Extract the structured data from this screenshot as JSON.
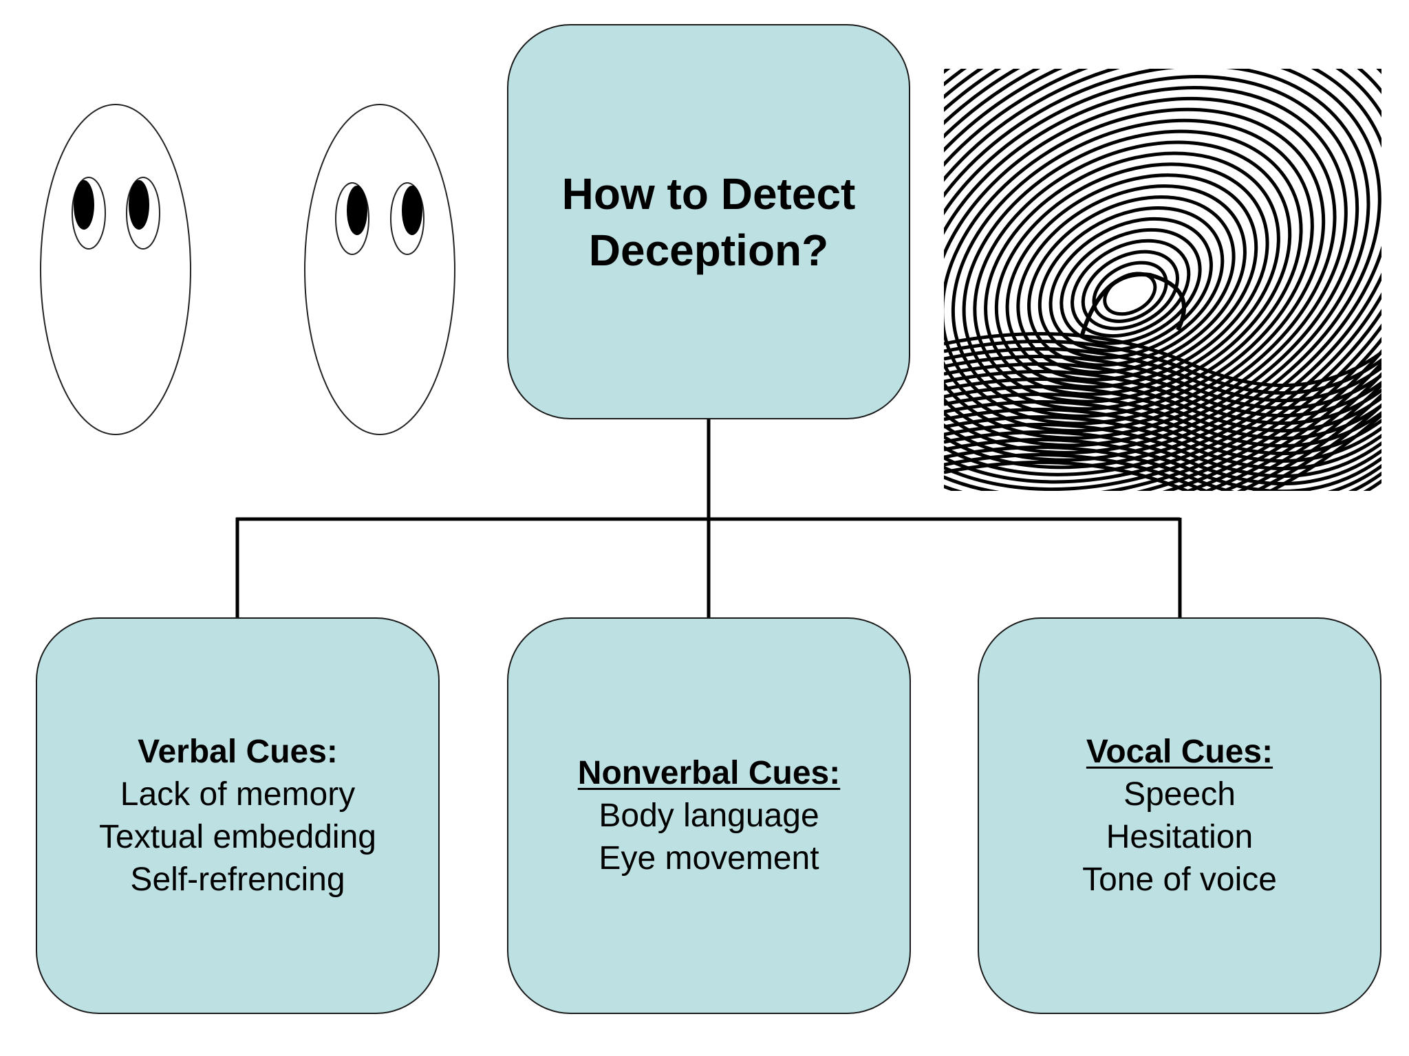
{
  "diagram": {
    "root": {
      "title": "How to Detect Deception?"
    },
    "children": [
      {
        "heading": "Verbal Cues:",
        "underlined": false,
        "items": [
          "Lack of memory",
          "Textual embedding",
          "Self-refrencing"
        ]
      },
      {
        "heading": "Nonverbal Cues:",
        "underlined": true,
        "items": [
          "Body language",
          "Eye movement"
        ]
      },
      {
        "heading": "Vocal Cues:",
        "underlined": true,
        "items": [
          "Speech",
          "Hesitation",
          "Tone of voice"
        ]
      }
    ]
  },
  "illustrations": {
    "left_face": "cartoon-face-eyes-looking-left",
    "right_face": "cartoon-face-eyes-looking-right",
    "fingerprint": "fingerprint-image"
  },
  "colors": {
    "box_fill": "#bde0e3",
    "box_border": "#1a1a1a",
    "connector": "#000000",
    "text": "#000000"
  }
}
